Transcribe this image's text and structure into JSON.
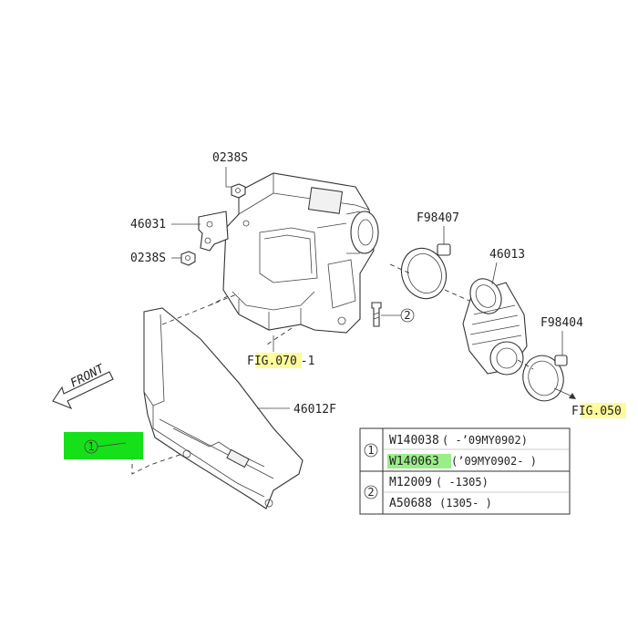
{
  "callouts": {
    "c1": "0238S",
    "c2": "46031",
    "c3": "0238S",
    "c4": "F98407",
    "c5": "46013",
    "c6": "F98404",
    "c7": "46012F"
  },
  "fig_refs": {
    "fig1_prefix": "F",
    "fig1_code": "IG.070",
    "fig1_suffix": "-1",
    "fig2_prefix": "F",
    "fig2_code": "IG.050"
  },
  "front_label": "FRONT",
  "markers": {
    "circle1": "1",
    "circle2": "2"
  },
  "table": {
    "row1_num": "1",
    "row1_a_part": "W140038",
    "row1_a_range": "( -’09MY0902)",
    "row1_b_part": "W140063",
    "row1_b_range": "(’09MY0902- )",
    "row2_num": "2",
    "row2_a_part": "M12009",
    "row2_a_range": "( -1305)",
    "row2_b_part": "A50688",
    "row2_b_range": "(1305- )"
  },
  "colors": {
    "highlight_yellow": "#fffa9a",
    "highlight_green": "#99ee88",
    "green_block": "#16e01a"
  }
}
